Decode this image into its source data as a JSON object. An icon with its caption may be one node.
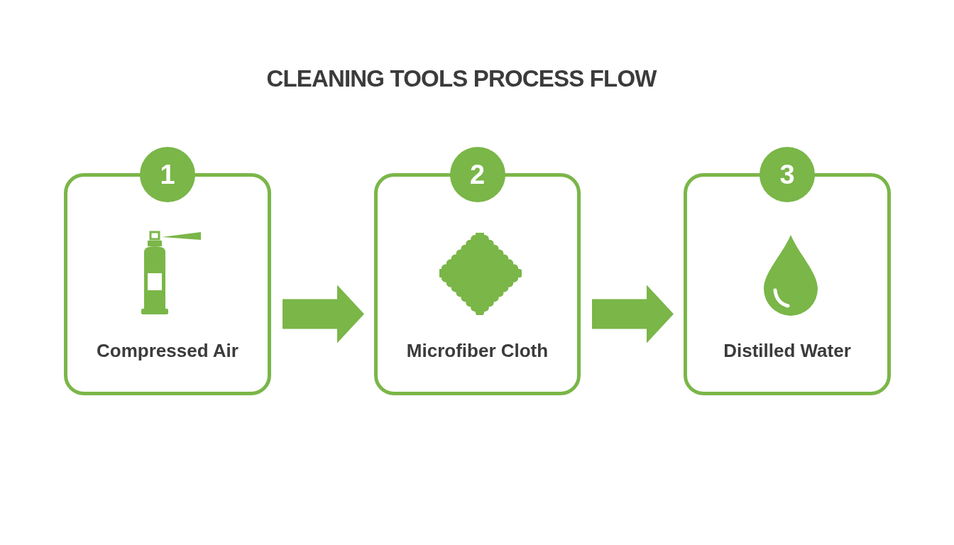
{
  "diagram": {
    "title": "CLEANING TOOLS PROCESS FLOW",
    "nodes": [
      {
        "text": [
          "1",
          "Compressed Air"
        ]
      },
      {
        "text": [
          "2",
          "Microfiber Cloth"
        ]
      },
      {
        "text": [
          "3",
          "Distilled Water"
        ]
      }
    ],
    "edges": [
      {
        "from": 0,
        "to": 1,
        "arrow": "to",
        "style": "thick"
      },
      {
        "from": 1,
        "to": 2,
        "arrow": "to",
        "style": "thick"
      }
    ]
  }
}
